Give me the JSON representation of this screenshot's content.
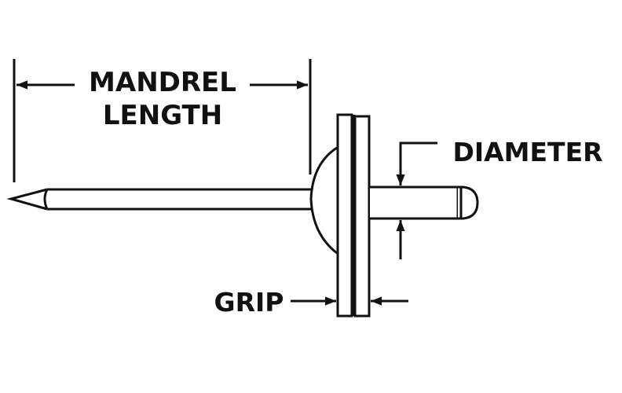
{
  "labels": {
    "mandrel_line1": "MANDREL",
    "mandrel_line2": "LENGTH",
    "diameter": "DIAMETER",
    "grip": "GRIP"
  },
  "colors": {
    "line": "#111111",
    "background": "#ffffff"
  }
}
